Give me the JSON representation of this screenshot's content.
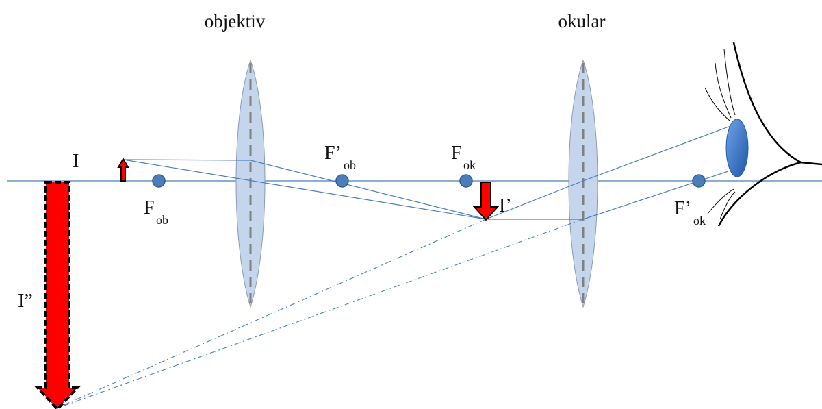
{
  "labels": {
    "objective": "objektiv",
    "ocular": "okular",
    "object": "I",
    "image_intermediate": "I’",
    "image_final": "I”",
    "f_ob": "F",
    "f_ob_sub": "ob",
    "f_ob_prime": "F’",
    "f_ob_prime_sub": "ob",
    "f_ok": "F",
    "f_ok_sub": "ok",
    "f_ok_prime": "F’",
    "f_ok_prime_sub": "ok"
  },
  "colors": {
    "axis": "#4a7ebb",
    "ray": "#4a7ebb",
    "lens_fill": "#c5d5ec",
    "lens_stroke": "#8a9ab5",
    "lens_axis": "#808080",
    "focal_point": "#4a7ebb",
    "arrow_fill": "#ff0000",
    "arrow_outline": "#000000",
    "pupil": "#2f6fc8"
  }
}
